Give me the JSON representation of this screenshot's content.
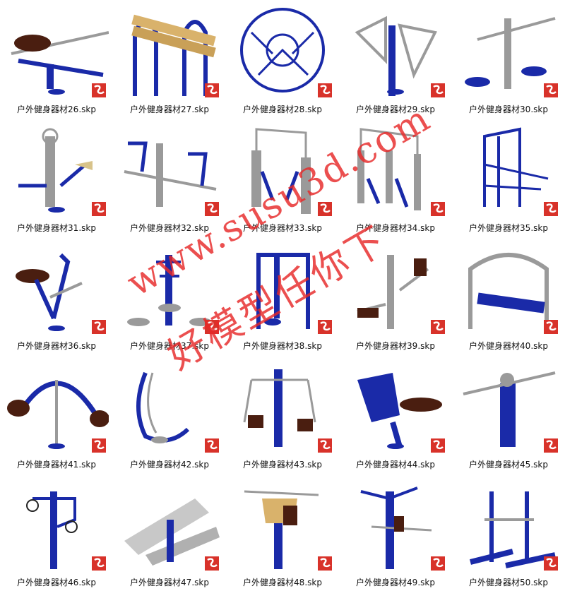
{
  "items": [
    {
      "label": "户外健身器材26.skp",
      "kind": "rower"
    },
    {
      "label": "户外健身器材27.skp",
      "kind": "log-roller"
    },
    {
      "label": "户外健身器材28.skp",
      "kind": "wheel"
    },
    {
      "label": "户外健身器材29.skp",
      "kind": "tai-chi"
    },
    {
      "label": "户外健身器材30.skp",
      "kind": "twister"
    },
    {
      "label": "户外健身器材31.skp",
      "kind": "bike"
    },
    {
      "label": "户外健身器材32.skp",
      "kind": "combo"
    },
    {
      "label": "户外健身器材33.skp",
      "kind": "walker"
    },
    {
      "label": "户外健身器材34.skp",
      "kind": "walker-double"
    },
    {
      "label": "户外健身器材35.skp",
      "kind": "pull-frame"
    },
    {
      "label": "户外健身器材36.skp",
      "kind": "seat-bike"
    },
    {
      "label": "户外健身器材37.skp",
      "kind": "twister-triple"
    },
    {
      "label": "户外健身器材38.skp",
      "kind": "frame"
    },
    {
      "label": "户外健身器材39.skp",
      "kind": "leg-press"
    },
    {
      "label": "户外健身器材40.skp",
      "kind": "bench-frame"
    },
    {
      "label": "户外健身器材41.skp",
      "kind": "swing-ring"
    },
    {
      "label": "户外健身器材42.skp",
      "kind": "elliptical"
    },
    {
      "label": "户外健身器材43.skp",
      "kind": "press"
    },
    {
      "label": "户外健身器材44.skp",
      "kind": "rider"
    },
    {
      "label": "户外健身器材45.skp",
      "kind": "arm-wheel"
    },
    {
      "label": "户外健身器材46.skp",
      "kind": "wheel-post"
    },
    {
      "label": "户外健身器材47.skp",
      "kind": "sit-up-board"
    },
    {
      "label": "户外健身器材48.skp",
      "kind": "back-massager"
    },
    {
      "label": "户外健身器材49.skp",
      "kind": "post-bar"
    },
    {
      "label": "户外健身器材50.skp",
      "kind": "skier"
    }
  ],
  "watermark": {
    "line1": "www.susu3d.com",
    "line2": "好模型任你下"
  },
  "colors": {
    "blue": "#1a2aa8",
    "grey": "#9a9a9a",
    "wood": "#6b3a1e",
    "sku_red": "#d8322a"
  }
}
